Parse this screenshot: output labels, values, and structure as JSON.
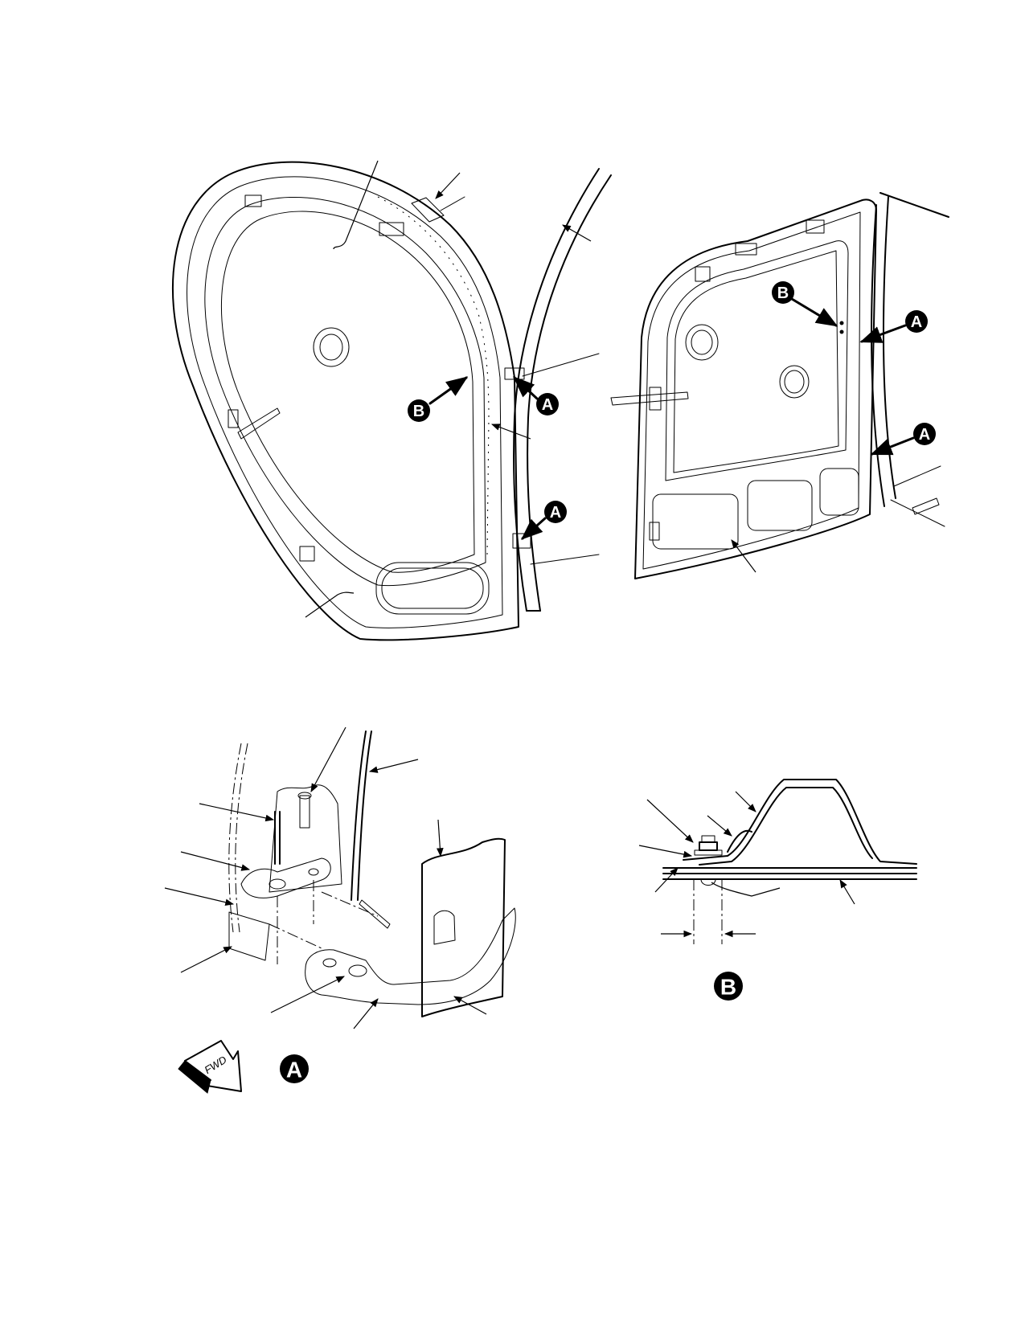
{
  "callouts": {
    "a": "A",
    "b": "B"
  },
  "fwd_label": "FWD"
}
